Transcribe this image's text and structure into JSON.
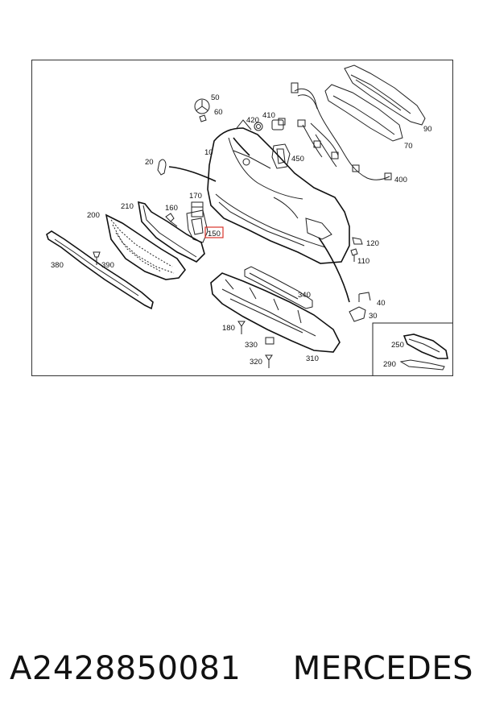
{
  "diagram": {
    "callouts": {
      "c50": "50",
      "c60": "60",
      "c420": "420",
      "c410": "410",
      "c90": "90",
      "c70": "70",
      "c10": "10",
      "c450": "450",
      "c400": "400",
      "c20": "20",
      "c170": "170",
      "c160": "160",
      "c210": "210",
      "c200": "200",
      "c150": "150",
      "c120": "120",
      "c110": "110",
      "c380": "380",
      "c390": "390",
      "c340": "340",
      "c40": "40",
      "c30": "30",
      "c180": "180",
      "c330": "330",
      "c320": "320",
      "c310": "310",
      "c250": "250",
      "c290": "290"
    },
    "highlight_color": "#d9342b"
  },
  "footer": {
    "part_number": "A2428850081",
    "brand": "MERCEDES"
  }
}
